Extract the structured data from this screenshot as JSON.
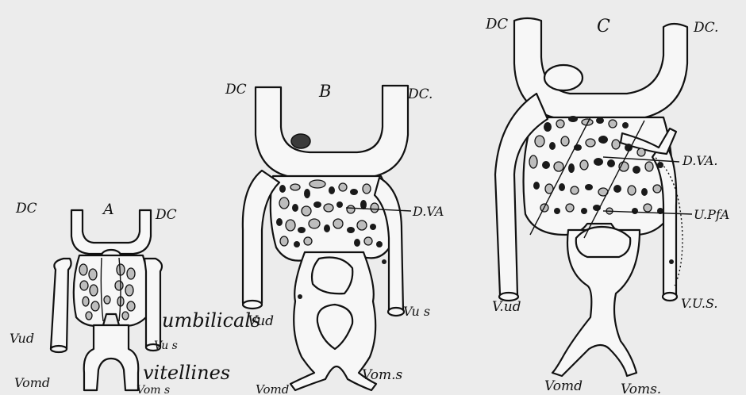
{
  "figure": {
    "panel_a": {
      "letter": "A",
      "labels": {
        "dc_left": "DC",
        "dc_right": "DC",
        "vud": "Vud",
        "vus": "Vu s",
        "vomd": "Vomd",
        "voms": "Vom s"
      },
      "handwritten": {
        "umbilicals": "umbilicals",
        "vitellines": "vitellines"
      }
    },
    "panel_b": {
      "letter": "B",
      "labels": {
        "dc_left": "DC",
        "dc_right": "DC.",
        "dva": "D.VA",
        "vud": "Vud",
        "vus": "Vu s",
        "vomd": "Vomd",
        "voms": "Vom.s"
      }
    },
    "panel_c": {
      "letter": "C",
      "labels": {
        "dc_left": "DC",
        "dc_right": "DC.",
        "dva": "D.VA.",
        "upfa": "U.PfA",
        "vud": "V.ud",
        "vus": "V.U.S.",
        "vomd": "Vomd",
        "voms": "Voms."
      }
    }
  }
}
